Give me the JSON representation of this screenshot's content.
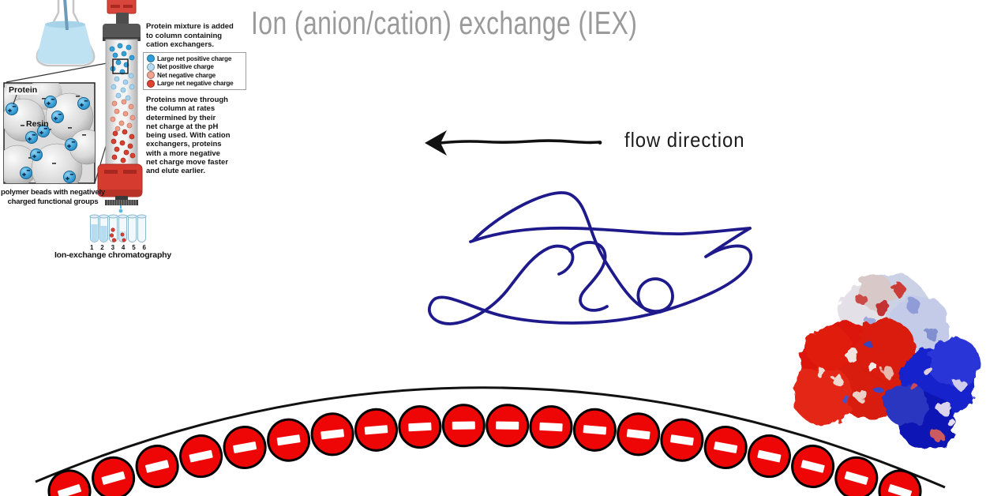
{
  "slide": {
    "title": "Ion (anion/cation) exchange (IEX)",
    "flow_label": "flow direction"
  },
  "figure": {
    "caption_top": "Protein mixture is added\nto column containing\ncation exchangers.",
    "legend": {
      "items": [
        {
          "label": "Large net positive charge",
          "color": "#2f9fd8"
        },
        {
          "label": "Net positive charge",
          "color": "#b5dcf2"
        },
        {
          "label": "Net negative charge",
          "color": "#f2a493"
        },
        {
          "label": "Large net negative charge",
          "color": "#e04232"
        }
      ]
    },
    "body": "Proteins move through\nthe column at rates\ndetermined by their\nnet charge at the pH\nbeing used. With cation\nexchangers, proteins\nwith a more negative\nnet charge move faster\nand elute earlier.",
    "inset": {
      "protein_label": "Protein",
      "resin_label": "Resin"
    },
    "beads_caption": "polymer beads with negatively\ncharged functional groups",
    "tube_numbers": [
      "1",
      "2",
      "3",
      "4",
      "5",
      "6"
    ],
    "bottom_caption": "Ion-exchange chromatography"
  },
  "membrane": {
    "bead_count": 20,
    "bead_radius": 26,
    "bead_color": "#ee0606",
    "bead_symbol": "minus",
    "line_curve": {
      "p0": [
        45,
        610
      ],
      "p1": [
        618,
        368
      ],
      "p2": [
        1197,
        617
      ]
    },
    "centers_curve": {
      "p0": [
        88,
        622
      ],
      "p1": [
        616,
        455
      ],
      "p2": [
        1140,
        622
      ]
    }
  },
  "colors": {
    "title_gray": "#9a9a9a",
    "flow_text": "#1c1c1c",
    "squiggle_navy": "#1f1a8c",
    "arrow_black": "#111111",
    "bead_red": "#ee0606",
    "column_red": "#d63b30",
    "protein_dot_blue": "#35a1d6",
    "negative_dot_salmon": "#ef9e8a",
    "negative_dot_red": "#d8402f"
  }
}
